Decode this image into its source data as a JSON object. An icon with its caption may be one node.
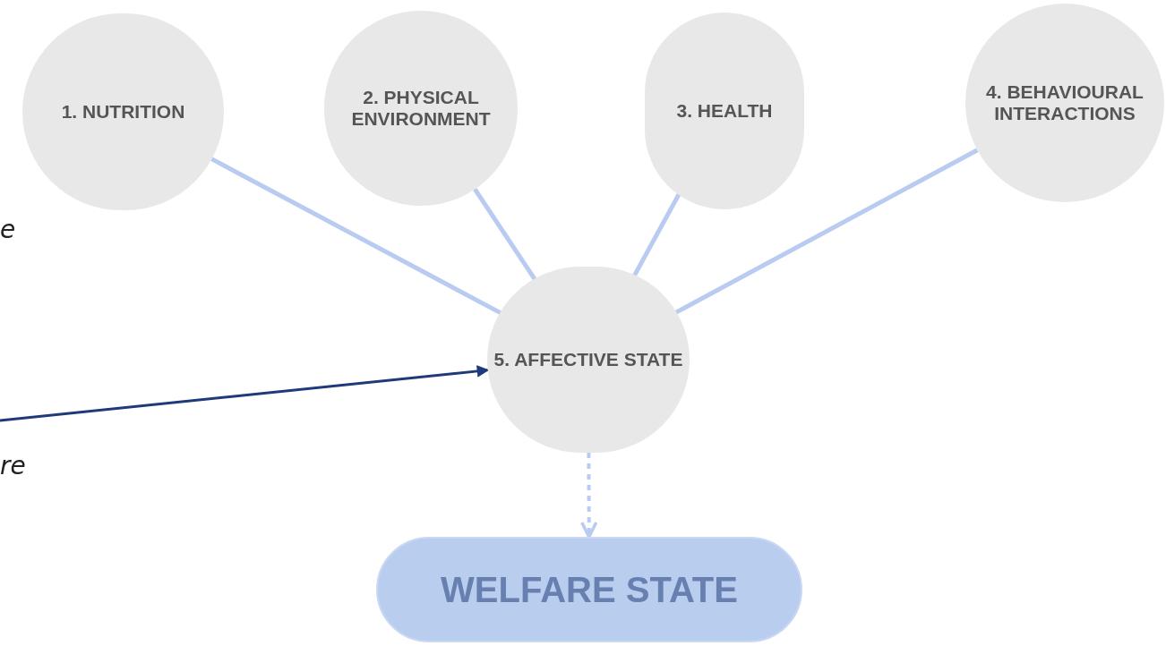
{
  "diagram": {
    "nodes": [
      {
        "text": [
          "1. NUTRITION"
        ]
      },
      {
        "text": [
          "2. PHYSICAL ENVIRONMENT"
        ]
      },
      {
        "text": [
          "3. HEALTH"
        ]
      },
      {
        "text": [
          "4. BEHAVIOURAL INTERACTIONS"
        ]
      },
      {
        "text": [
          "5. AFFECTIVE STATE"
        ]
      },
      {
        "text": [
          "WELFARE STATE"
        ]
      }
    ],
    "edges": [
      {
        "from": 0,
        "to": 4,
        "arrow": "none"
      },
      {
        "from": 1,
        "to": 4,
        "arrow": "none"
      },
      {
        "from": 2,
        "to": 4,
        "arrow": "none"
      },
      {
        "from": 3,
        "to": 4,
        "arrow": "none"
      },
      {
        "from": null,
        "to": 4,
        "arrow": "to",
        "color": "#1f3a7a"
      },
      {
        "from": 4,
        "to": 5,
        "arrow": "to",
        "style": "dashed"
      }
    ],
    "labels": [
      "e",
      "re"
    ]
  }
}
